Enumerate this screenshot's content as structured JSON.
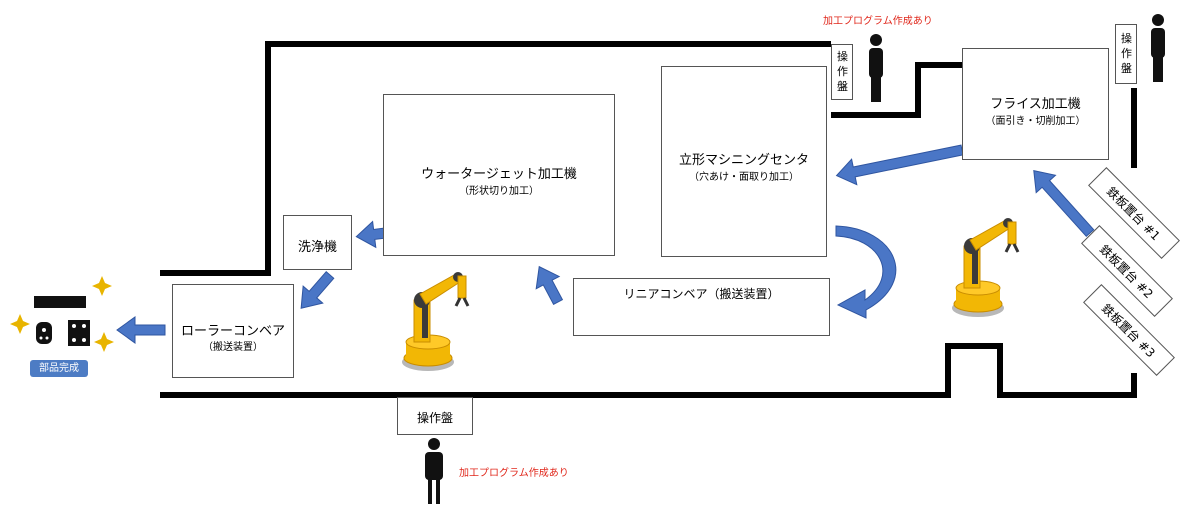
{
  "machines": {
    "waterjet": {
      "name": "ウォータージェット加工機",
      "sub": "（形状切り加工）"
    },
    "vertical_mc": {
      "name": "立形マシニングセンタ",
      "sub": "（穴あけ・面取り加工）"
    },
    "milling": {
      "name": "フライス加工機",
      "sub": "（面引き・切削加工）"
    },
    "washer": {
      "name": "洗浄機"
    },
    "roller_conveyor": {
      "name": "ローラーコンベア",
      "sub": "（搬送装置）"
    },
    "linear_conveyor": {
      "name": "リニアコンベア（搬送装置）"
    }
  },
  "panels": {
    "panel_top_mid": "操作盤",
    "panel_top_right": "操作盤",
    "panel_bottom": "操作盤"
  },
  "notes": {
    "program_note_top": "加工プログラム作成あり",
    "program_note_bottom": "加工プログラム作成あり"
  },
  "plates": [
    "鉄板置台 #1",
    "鉄板置台 #2",
    "鉄板置台 #3"
  ],
  "output": {
    "badge": "部品完成"
  },
  "colors": {
    "arrow": "#4a76c6",
    "arrow_stroke": "#2f55a0",
    "wall": "#000000",
    "robot": "#f2b705",
    "note": "#e0281c"
  }
}
